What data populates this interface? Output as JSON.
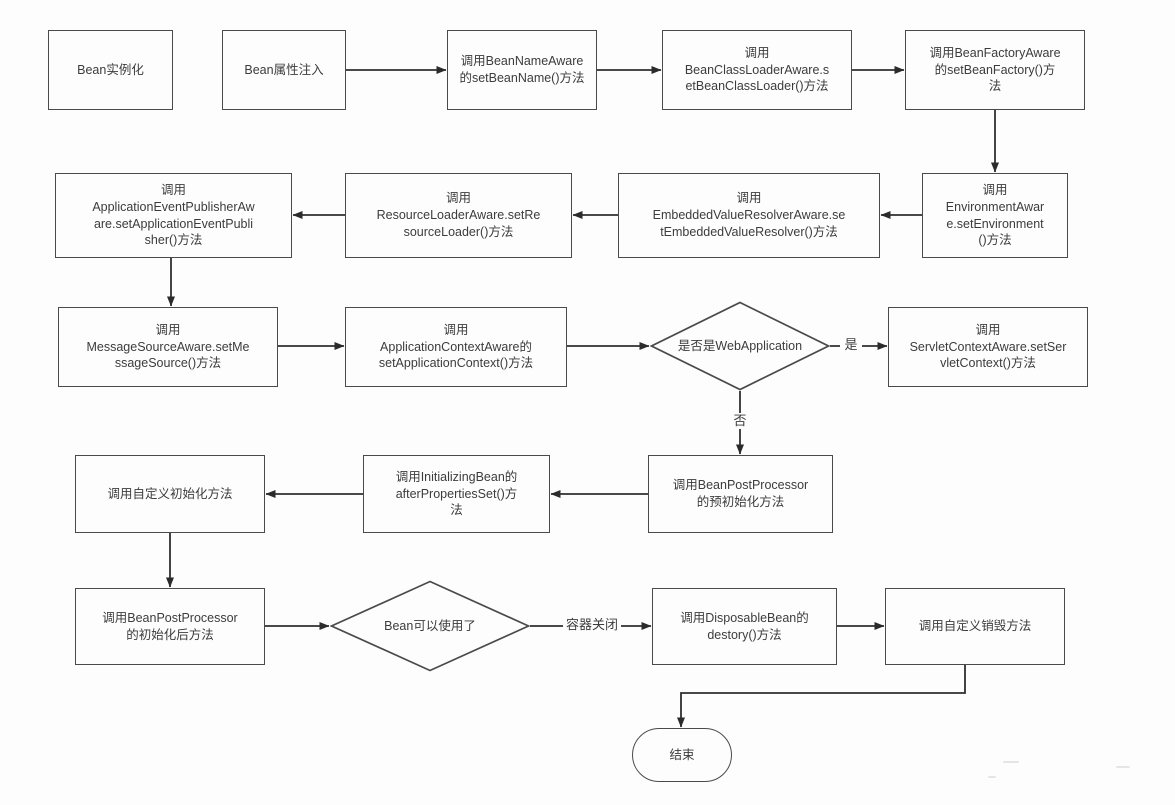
{
  "nodes": {
    "bean_instantiation": {
      "label": "Bean实例化"
    },
    "bean_property_injection": {
      "label": "Bean属性注入"
    },
    "set_bean_name": {
      "label": "调用BeanNameAware\n的setBeanName()方法"
    },
    "set_bean_class_loader": {
      "label": "调用\nBeanClassLoaderAware.s\netBeanClassLoader()方法"
    },
    "set_bean_factory": {
      "label": "调用BeanFactoryAware\n的setBeanFactory()方\n法"
    },
    "set_environment": {
      "label": "调用\nEnvironmentAwar\ne.setEnvironment\n()方法"
    },
    "set_embedded_value_resolver": {
      "label": "调用\nEmbeddedValueResolverAware.se\ntEmbeddedValueResolver()方法"
    },
    "set_resource_loader": {
      "label": "调用\nResourceLoaderAware.setRe\nsourceLoader()方法"
    },
    "set_application_event_publisher": {
      "label": "调用\nApplicationEventPublisherAw\nare.setApplicationEventPubli\nsher()方法"
    },
    "set_message_source": {
      "label": "调用\nMessageSourceAware.setMe\nssageSource()方法"
    },
    "set_application_context": {
      "label": "调用\nApplicationContextAware的\nsetApplicationContext()方法"
    },
    "is_web_application": {
      "label": "是否是WebApplication"
    },
    "set_servlet_context": {
      "label": "调用\nServletContextAware.setSer\nvletContext()方法"
    },
    "post_processor_before_init": {
      "label": "调用BeanPostProcessor\n的预初始化方法"
    },
    "after_properties_set": {
      "label": "调用InitializingBean的\nafterPropertiesSet()方\n法"
    },
    "custom_init_method": {
      "label": "调用自定义初始化方法"
    },
    "post_processor_after_init": {
      "label": "调用BeanPostProcessor\n的初始化后方法"
    },
    "bean_ready": {
      "label": "Bean可以使用了"
    },
    "disposable_bean_destroy": {
      "label": "调用DisposableBean的\ndestory()方法"
    },
    "custom_destroy_method": {
      "label": "调用自定义销毁方法"
    },
    "end": {
      "label": "结束"
    }
  },
  "edge_labels": {
    "yes": "是",
    "no": "否",
    "container_closed": "容器关闭"
  },
  "colors": {
    "stroke": "#4a4a4a",
    "line": "#2f2f2f",
    "text": "#3c3c3c",
    "background": "#fdfdfd"
  }
}
